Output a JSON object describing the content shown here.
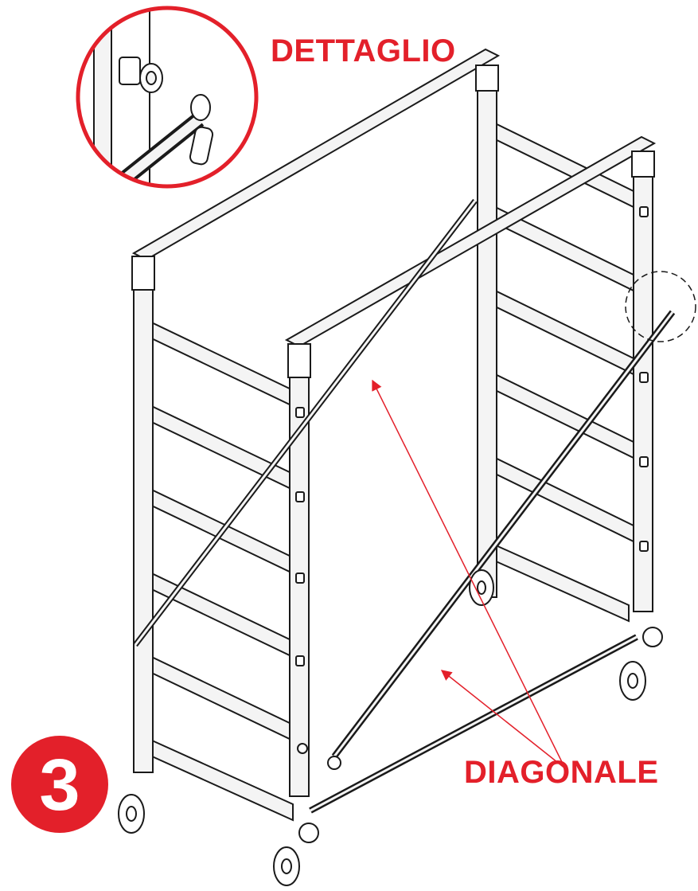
{
  "labels": {
    "detail": "DETTAGLIO",
    "diagonal": "DIAGONALE"
  },
  "step": {
    "number": "3"
  },
  "colors": {
    "accent_red": "#e3202a",
    "line": "#1a1a1a",
    "metal_fill": "#f4f4f4"
  }
}
